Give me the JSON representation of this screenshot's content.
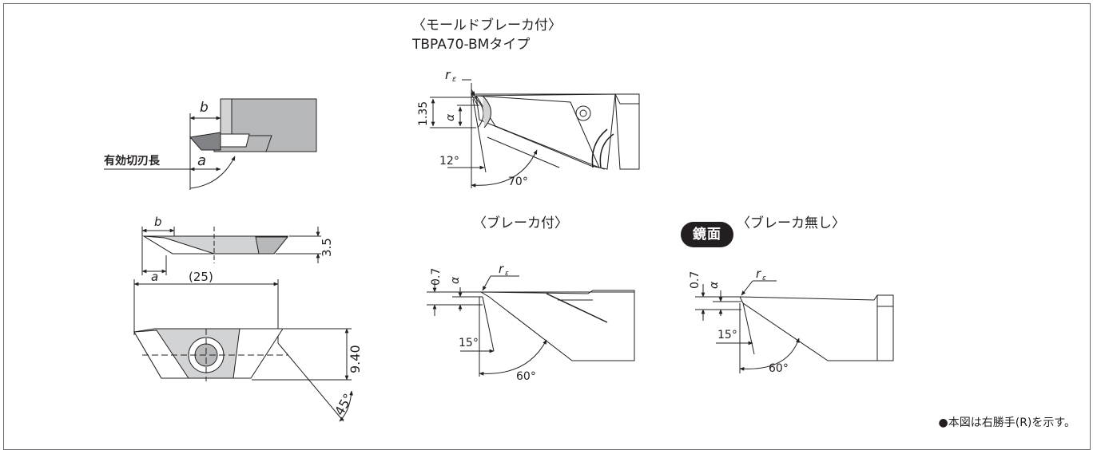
{
  "titles": {
    "mold_breaker": "〈モールドブレーカ付〉",
    "mold_breaker_type": "TBPA70-BMタイプ",
    "with_breaker": "〈ブレーカ付〉",
    "without_breaker": "〈ブレーカ無し〉",
    "mirror_badge": "鏡面"
  },
  "labels": {
    "b": "b",
    "a": "a",
    "effective_edge": "有効切刃長",
    "re": "r",
    "re_sub": "ε",
    "alpha": "α",
    "dim_135": "1.35",
    "dim_12": "12°",
    "dim_70": "70°",
    "dim_35": "3.5",
    "dim_25": "(25)",
    "dim_940": "9.40",
    "dim_45": "45°",
    "dim_07a": "0.7",
    "dim_15a": "15°",
    "dim_60a": "60°",
    "dim_07b": "0.7",
    "dim_15b": "15°",
    "dim_60b": "60°"
  },
  "footnote": "●本図は右勝手(R)を示す。",
  "colors": {
    "line": "#231f20",
    "holder_gray": "#b7b8ba",
    "insert_gray": "#d1d3d4",
    "dark_gray": "#808285"
  }
}
